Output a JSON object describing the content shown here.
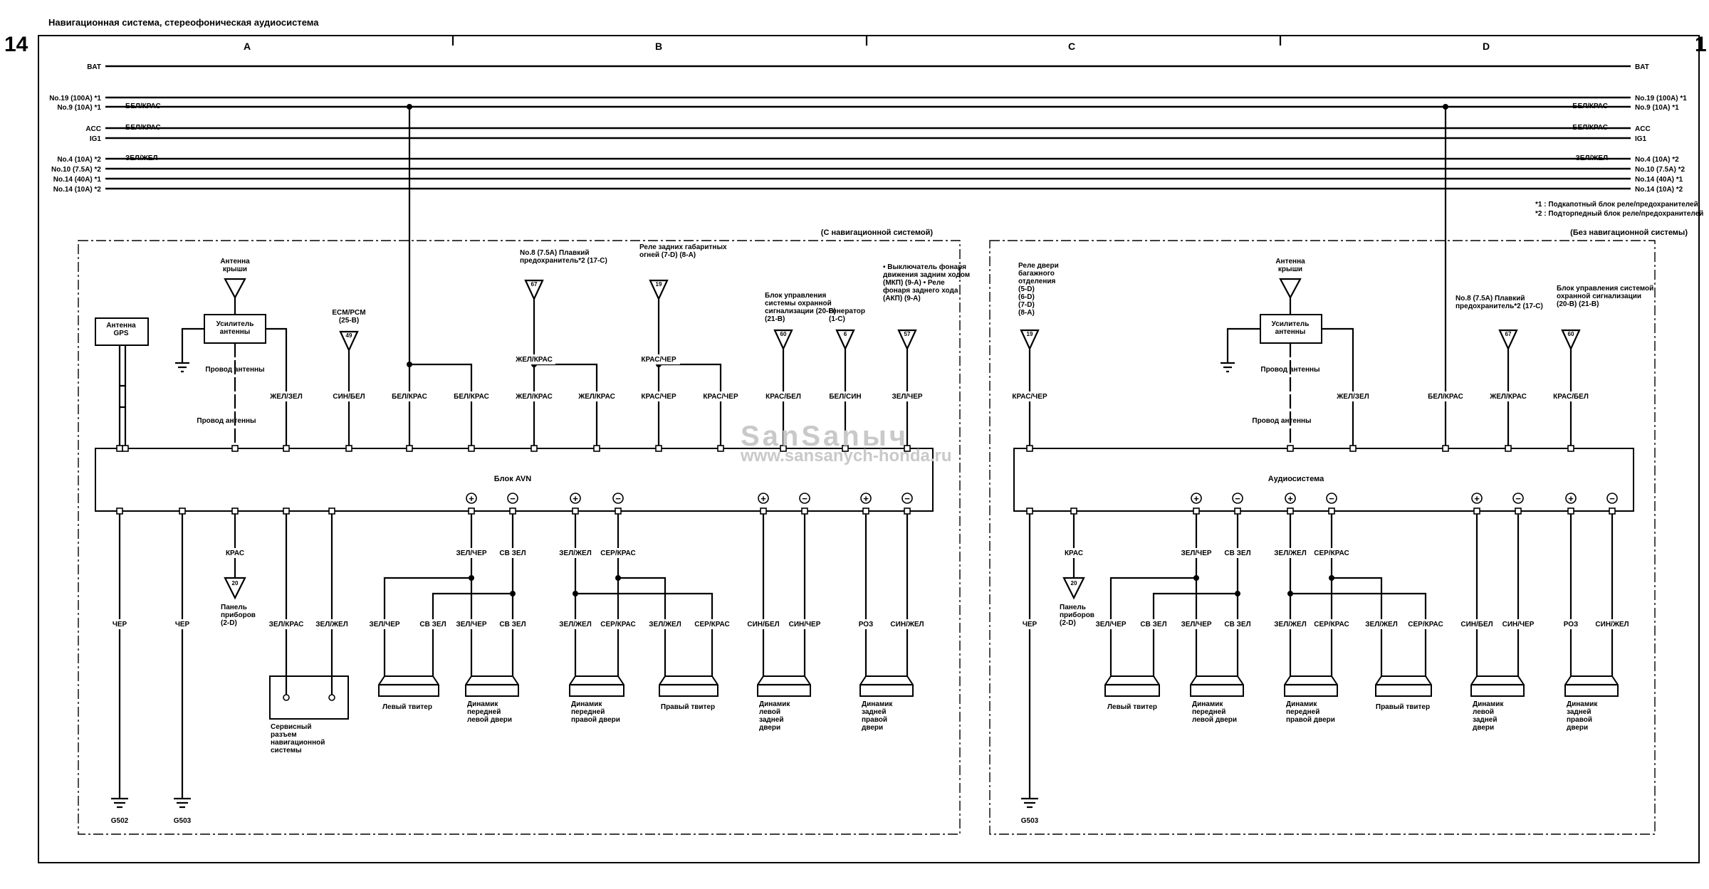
{
  "page": {
    "title": "Навигационная система, стереофоническая аудиосистема",
    "page_number_left": "14",
    "page_number_right": "1"
  },
  "grid": [
    "A",
    "B",
    "C",
    "D"
  ],
  "buses": [
    {
      "id": "bat",
      "left": "BAT",
      "right": "BAT",
      "wire_left": "",
      "wire_right": ""
    },
    {
      "id": "no19",
      "left": "No.19 (100A) *1",
      "right": "No.19 (100A) *1",
      "wire_left": "",
      "wire_right": ""
    },
    {
      "id": "no9",
      "left": "No.9 (10A) *1",
      "right": "No.9 (10A) *1",
      "wire_left": "БЕЛ/КРАС",
      "wire_right": "БЕЛ/КРАС"
    },
    {
      "id": "acc",
      "left": "ACC",
      "right": "ACC",
      "wire_left": "БЕЛ/КРАС",
      "wire_right": "БЕЛ/КРАС"
    },
    {
      "id": "ig1",
      "left": "IG1",
      "right": "IG1",
      "wire_left": "",
      "wire_right": ""
    },
    {
      "id": "no4",
      "left": "No.4 (10A) *2",
      "right": "No.4 (10A) *2",
      "wire_left": "ЗЕЛ/ЖЕЛ",
      "wire_right": "ЗЕЛ/ЖЕЛ"
    },
    {
      "id": "no10",
      "left": "No.10 (7.5A) *2",
      "right": "No.10 (7.5A) *2",
      "wire_left": "",
      "wire_right": ""
    },
    {
      "id": "no14a",
      "left": "No.14 (40A) *1",
      "right": "No.14 (40A) *1",
      "wire_left": "",
      "wire_right": ""
    },
    {
      "id": "no14b",
      "left": "No.14 (10A) *2",
      "right": "No.14 (10A) *2",
      "wire_left": "",
      "wire_right": ""
    }
  ],
  "footnotes": [
    "*1    : Подкапотный блок реле/предохранителей",
    "*2    : Подторпедный блок реле/предохранителей"
  ],
  "watermark": {
    "brand": "SanSanыч",
    "url": "www.sansanych-honda.ru"
  },
  "labels": [
    {
      "id": "nav_title",
      "text": "(С навигационной системой)"
    },
    {
      "id": "nonav_title",
      "text": "(Без навигационной системы)"
    },
    {
      "id": "gps",
      "text": "Антенна GPS"
    },
    {
      "id": "roof_ant_l",
      "text": "Антенна крыши"
    },
    {
      "id": "amp_l",
      "text": "Усилитель антенны"
    },
    {
      "id": "ant_wire_l1",
      "text": "Провод антенны"
    },
    {
      "id": "ant_wire_l2",
      "text": "Провод антенны"
    },
    {
      "id": "ecm",
      "text": "ECM/PCM (25-B)"
    },
    {
      "id": "no8_l",
      "text": "No.8 (7.5A) Плавкий предохранитель*2 (17-C)"
    },
    {
      "id": "rear_lamps",
      "text": "Реле задних габаритных огней (7-D) (8-A)"
    },
    {
      "id": "alarm_l",
      "text": "Блок управления системы охранной сигнализации (20-B) (21-B)"
    },
    {
      "id": "generator",
      "text": "Генератор (1-C)"
    },
    {
      "id": "reverse",
      "text": "• Выключатель фонаря движения задним ходом (МКП) (9-A) • Реле фонаря заднего хода (АКП) (9-A)"
    },
    {
      "id": "avn",
      "text": "Блок AVN"
    },
    {
      "id": "audio",
      "text": "Аудиосистема"
    },
    {
      "id": "panel_l",
      "text": "Панель приборов (2-D)"
    },
    {
      "id": "panel_r",
      "text": "Панель приборов (2-D)"
    },
    {
      "id": "service",
      "text": "Сервисный разъем навигационной системы"
    },
    {
      "id": "g502",
      "text": "G502"
    },
    {
      "id": "g503a",
      "text": "G503"
    },
    {
      "id": "g503b",
      "text": "G503"
    },
    {
      "id": "tailgate",
      "text": "Реле двери багажного отделения (5-D) (6-D) (7-D) (8-A)"
    },
    {
      "id": "roof_ant_r",
      "text": "Антенна крыши"
    },
    {
      "id": "amp_r",
      "text": "Усилитель антенны"
    },
    {
      "id": "ant_wire_r1",
      "text": "Провод антенны"
    },
    {
      "id": "ant_wire_r2",
      "text": "Провод антенны"
    },
    {
      "id": "no8_r",
      "text": "No.8 (7.5A) Плавкий предохранитель*2 (17-C)"
    },
    {
      "id": "alarm_r",
      "text": "Блок управления системой охранной сигнализации (20-B) (21-B)"
    },
    {
      "id": "spk_l1",
      "text": "Левый твитер"
    },
    {
      "id": "spk_l2",
      "text": "Динамик передней левой двери"
    },
    {
      "id": "spk_l3",
      "text": "Динамик передней правой двери"
    },
    {
      "id": "spk_l4",
      "text": "Правый твитер"
    },
    {
      "id": "spk_l5",
      "text": "Динамик левой задней двери"
    },
    {
      "id": "spk_l6",
      "text": "Динамик задней правой двери"
    },
    {
      "id": "spk_r1",
      "text": "Левый твитер"
    },
    {
      "id": "spk_r2",
      "text": "Динамик передней левой двери"
    },
    {
      "id": "spk_r3",
      "text": "Динамик передней правой двери"
    },
    {
      "id": "spk_r4",
      "text": "Правый твитер"
    },
    {
      "id": "spk_r5",
      "text": "Динамик левой задней двери"
    },
    {
      "id": "spk_r6",
      "text": "Динамик задней правой двери"
    },
    {
      "id": "c49",
      "text": "49"
    },
    {
      "id": "c67a",
      "text": "67"
    },
    {
      "id": "c19a",
      "text": "19"
    },
    {
      "id": "c60a",
      "text": "60"
    },
    {
      "id": "c6",
      "text": "6"
    },
    {
      "id": "c57",
      "text": "57"
    },
    {
      "id": "c20a",
      "text": "20"
    },
    {
      "id": "c19b",
      "text": "19"
    },
    {
      "id": "c67b",
      "text": "67"
    },
    {
      "id": "c60b",
      "text": "60"
    },
    {
      "id": "c20b",
      "text": "20"
    }
  ],
  "wire_colors": [
    {
      "id": "w1",
      "text": "БЕЛ/КРАС"
    },
    {
      "id": "w2",
      "text": "ЖЕЛ/ЗЕЛ"
    },
    {
      "id": "w3",
      "text": "СИН/БЕЛ"
    },
    {
      "id": "w4",
      "text": "БЕЛ/КРАС"
    },
    {
      "id": "w5",
      "text": "БЕЛ/КРАС"
    },
    {
      "id": "w6",
      "text": "ЖЕЛ/КРАС"
    },
    {
      "id": "w7",
      "text": "ЖЕЛ/КРАС"
    },
    {
      "id": "w8",
      "text": "ЖЕЛ/КРАС"
    },
    {
      "id": "w9",
      "text": "КРАС/ЧЕР"
    },
    {
      "id": "w10",
      "text": "КРАС/ЧЕР"
    },
    {
      "id": "w11",
      "text": "КРАС/ЧЕР"
    },
    {
      "id": "w12",
      "text": "КРАС/БЕЛ"
    },
    {
      "id": "w13",
      "text": "БЕЛ/СИН"
    },
    {
      "id": "w14",
      "text": "ЗЕЛ/ЧЕР"
    },
    {
      "id": "w15",
      "text": "ЧЕР"
    },
    {
      "id": "w16",
      "text": "ЧЕР"
    },
    {
      "id": "w17",
      "text": "КРАС"
    },
    {
      "id": "w18",
      "text": "ЗЕЛ/КРАС"
    },
    {
      "id": "w19",
      "text": "ЗЕЛ/ЖЕЛ"
    },
    {
      "id": "w20",
      "text": "ЗЕЛ/ЧЕР"
    },
    {
      "id": "w21",
      "text": "СВ ЗЕЛ"
    },
    {
      "id": "w22",
      "text": "ЗЕЛ/ЖЕЛ"
    },
    {
      "id": "w23",
      "text": "СЕР/КРАС"
    },
    {
      "id": "w24",
      "text": "ЗЕЛ/ЧЕР"
    },
    {
      "id": "w25",
      "text": "СВ ЗЕЛ"
    },
    {
      "id": "w26",
      "text": "ЗЕЛ/ЧЕР"
    },
    {
      "id": "w27",
      "text": "СВ ЗЕЛ"
    },
    {
      "id": "w28",
      "text": "ЗЕЛ/ЖЕЛ"
    },
    {
      "id": "w29",
      "text": "СЕР/КРАС"
    },
    {
      "id": "w30",
      "text": "ЗЕЛ/ЖЕЛ"
    },
    {
      "id": "w31",
      "text": "СЕР/КРАС"
    },
    {
      "id": "w32",
      "text": "СИН/БЕЛ"
    },
    {
      "id": "w33",
      "text": "СИН/ЧЕР"
    },
    {
      "id": "w34",
      "text": "РОЗ"
    },
    {
      "id": "w35",
      "text": "СИН/ЖЕЛ"
    },
    {
      "id": "w36",
      "text": "КРАС/ЧЕР"
    },
    {
      "id": "w37",
      "text": "ЖЕЛ/ЗЕЛ"
    },
    {
      "id": "w38",
      "text": "БЕЛ/КРАС"
    },
    {
      "id": "w39",
      "text": "ЖЕЛ/КРАС"
    },
    {
      "id": "w40",
      "text": "КРАС/БЕЛ"
    },
    {
      "id": "w41",
      "text": "ЧЕР"
    },
    {
      "id": "w42",
      "text": "КРАС"
    },
    {
      "id": "w43",
      "text": "ЗЕЛ/ЧЕР"
    },
    {
      "id": "w44",
      "text": "СВ ЗЕЛ"
    },
    {
      "id": "w45",
      "text": "ЗЕЛ/ЖЕЛ"
    },
    {
      "id": "w46",
      "text": "СЕР/КРАС"
    },
    {
      "id": "w47",
      "text": "ЗЕЛ/ЧЕР"
    },
    {
      "id": "w48",
      "text": "СВ ЗЕЛ"
    },
    {
      "id": "w49",
      "text": "ЗЕЛ/ЧЕР"
    },
    {
      "id": "w50",
      "text": "СВ ЗЕЛ"
    },
    {
      "id": "w51",
      "text": "ЗЕЛ/ЖЕЛ"
    },
    {
      "id": "w52",
      "text": "СЕР/КРАС"
    },
    {
      "id": "w53",
      "text": "ЗЕЛ/ЖЕЛ"
    },
    {
      "id": "w54",
      "text": "СЕР/КРАС"
    },
    {
      "id": "w55",
      "text": "СИН/БЕЛ"
    },
    {
      "id": "w56",
      "text": "СИН/ЧЕР"
    },
    {
      "id": "w57",
      "text": "РОЗ"
    },
    {
      "id": "w58",
      "text": "СИН/ЖЕЛ"
    }
  ]
}
